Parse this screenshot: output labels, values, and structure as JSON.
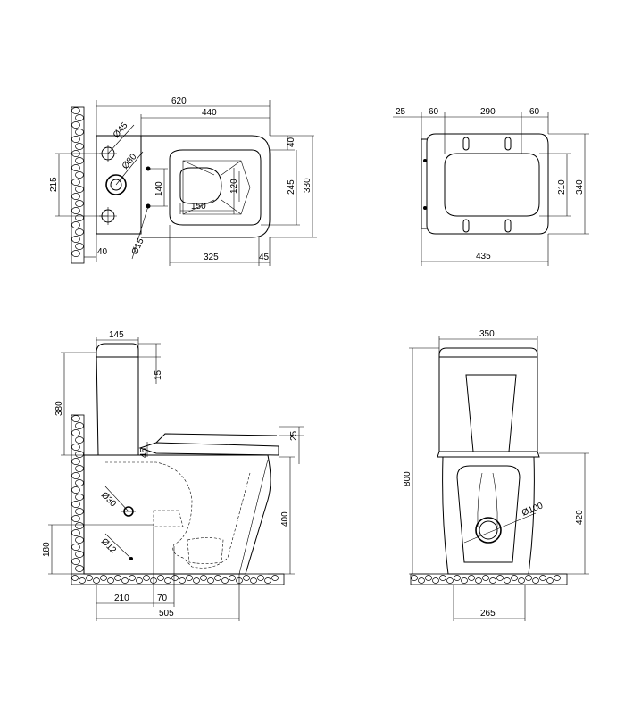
{
  "top_view": {
    "dim_total_length": "620",
    "dim_bowl_length": "440",
    "dim_rim_offset": "40",
    "dim_width": "330",
    "dim_inner_width": "245",
    "dim_wall_spacing": "215",
    "dim_inlet_dia_45": "Ø45",
    "dim_inlet_dia_80": "Ø80",
    "dim_inlet_dia_15": "Ø15",
    "dim_fix_140": "140",
    "dim_outlet_width": "150",
    "dim_outlet_height": "120",
    "dim_left_offset": "40",
    "dim_bowl_depth": "325",
    "dim_front_offset": "45"
  },
  "seat_view": {
    "dim_a": "25",
    "dim_b": "60",
    "dim_c": "290",
    "dim_d": "60",
    "dim_inner_h": "210",
    "dim_outer_h": "340",
    "dim_total_w": "435"
  },
  "side_view": {
    "dim_tank_depth": "145",
    "dim_lid_gap": "15",
    "dim_tank_height": "380",
    "dim_seat_angle": "45",
    "dim_seat_top": "25",
    "dim_pipe_dia_30": "Ø30",
    "dim_pipe_dia_12": "Ø12",
    "dim_bowl_height": "400",
    "dim_inlet_height": "180",
    "dim_outlet_offset": "210",
    "dim_outlet_width": "70",
    "dim_total_depth": "505"
  },
  "front_view": {
    "dim_tank_width": "350",
    "dim_total_height": "800",
    "dim_outlet_dia": "Ø100",
    "dim_outlet_height": "420",
    "dim_base_width": "265"
  }
}
